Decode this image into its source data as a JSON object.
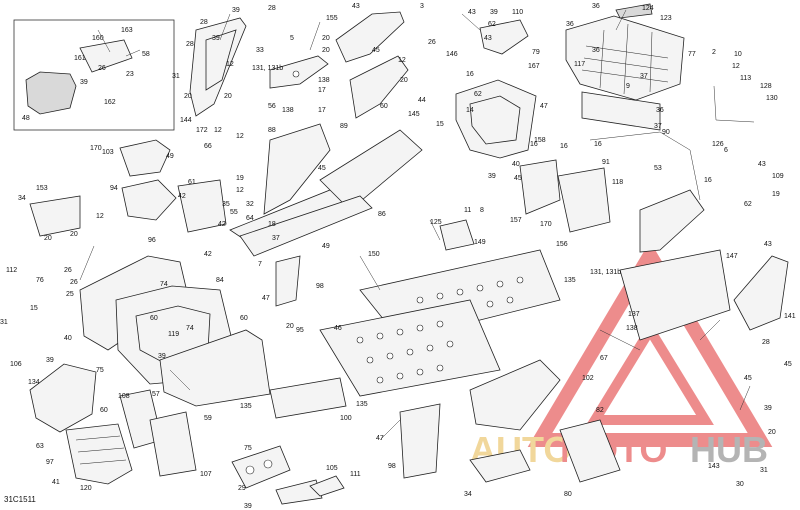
{
  "drawing_code": "31C1511",
  "watermark": {
    "brand_a": "AUTO",
    "brand_b": "MOTO",
    "brand_c": "HUB",
    "color_red": "#e03030",
    "color_gold": "#e6b84a",
    "color_gray": "#777777"
  },
  "callouts": {
    "c1": "163",
    "c2": "160",
    "c3": "58",
    "c4": "161",
    "c5": "23",
    "c6": "26",
    "c7": "39",
    "c8": "162",
    "c9": "48",
    "c10": "170",
    "c11": "39",
    "c12": "28",
    "c13": "28",
    "c14": "28",
    "c15": "39",
    "c16": "33",
    "c17": "12",
    "c18": "31",
    "c19": "20",
    "c20": "20",
    "c21": "144",
    "c22": "172",
    "c23": "12",
    "c24": "12",
    "c25": "5",
    "c26": "20",
    "c27": "20",
    "c28": "131, 131b",
    "c29": "17",
    "c30": "138",
    "c31": "17",
    "c32": "56",
    "c33": "138",
    "c34": "155",
    "c35": "43",
    "c36": "3",
    "c37": "45",
    "c38": "12",
    "c39": "20",
    "c40": "89",
    "c41": "60",
    "c42": "145",
    "c43": "44",
    "c44": "88",
    "c45": "45",
    "c46": "43",
    "c47": "39",
    "c48": "110",
    "c49": "62",
    "c50": "43",
    "c51": "79",
    "c52": "26",
    "c53": "146",
    "c54": "16",
    "c55": "167",
    "c56": "47",
    "c57": "15",
    "c58": "62",
    "c59": "14",
    "c60": "16",
    "c61": "158",
    "c62": "40",
    "c63": "39",
    "c64": "45",
    "c65": "36",
    "c66": "124",
    "c67": "123",
    "c68": "36",
    "c69": "117",
    "c70": "77",
    "c71": "36",
    "c72": "37",
    "c73": "9",
    "c74": "36",
    "c75": "37",
    "c76": "16",
    "c77": "90",
    "c78": "91",
    "c79": "53",
    "c80": "118",
    "c81": "16",
    "c82": "2",
    "c83": "10",
    "c84": "12",
    "c85": "113",
    "c86": "128",
    "c87": "130",
    "c88": "126",
    "c89": "6",
    "c90": "16",
    "c91": "43",
    "c92": "109",
    "c93": "19",
    "c94": "62",
    "c95": "103",
    "c96": "49",
    "c97": "66",
    "c98": "94",
    "c99": "61",
    "c100": "42",
    "c101": "19",
    "c102": "12",
    "c103": "32",
    "c104": "35",
    "c105": "55",
    "c106": "64",
    "c107": "42",
    "c108": "42",
    "c109": "18",
    "c110": "37",
    "c111": "86",
    "c112": "49",
    "c113": "34",
    "c114": "153",
    "c115": "20",
    "c116": "12",
    "c117": "20",
    "c118": "96",
    "c119": "26",
    "c120": "112",
    "c121": "76",
    "c122": "26",
    "c123": "25",
    "c124": "15",
    "c125": "31",
    "c126": "40",
    "c127": "106",
    "c128": "39",
    "c129": "74",
    "c130": "60",
    "c131": "74",
    "c132": "84",
    "c133": "60",
    "c134": "119",
    "c135": "39",
    "c136": "75",
    "c137": "134",
    "c138": "108",
    "c139": "57",
    "c140": "59",
    "c141": "60",
    "c142": "63",
    "c143": "97",
    "c144": "120",
    "c145": "41",
    "c146": "107",
    "c147": "7",
    "c148": "47",
    "c149": "98",
    "c150": "20",
    "c151": "95",
    "c152": "125",
    "c153": "149",
    "c154": "150",
    "c155": "8",
    "c156": "11",
    "c157": "46",
    "c158": "100",
    "c159": "135",
    "c160": "135",
    "c161": "98",
    "c162": "47",
    "c163": "75",
    "c164": "29",
    "c165": "105",
    "c166": "111",
    "c167": "39",
    "c168": "157",
    "c169": "170",
    "c170": "156",
    "c171": "131, 131b",
    "c172": "135",
    "c173": "138",
    "c174": "137",
    "c175": "67",
    "c176": "102",
    "c177": "82",
    "c178": "147",
    "c179": "141",
    "c180": "43",
    "c181": "28",
    "c182": "45",
    "c183": "39",
    "c184": "30",
    "c185": "143",
    "c186": "31",
    "c187": "20",
    "c188": "34",
    "c189": "80",
    "c190": "45"
  }
}
